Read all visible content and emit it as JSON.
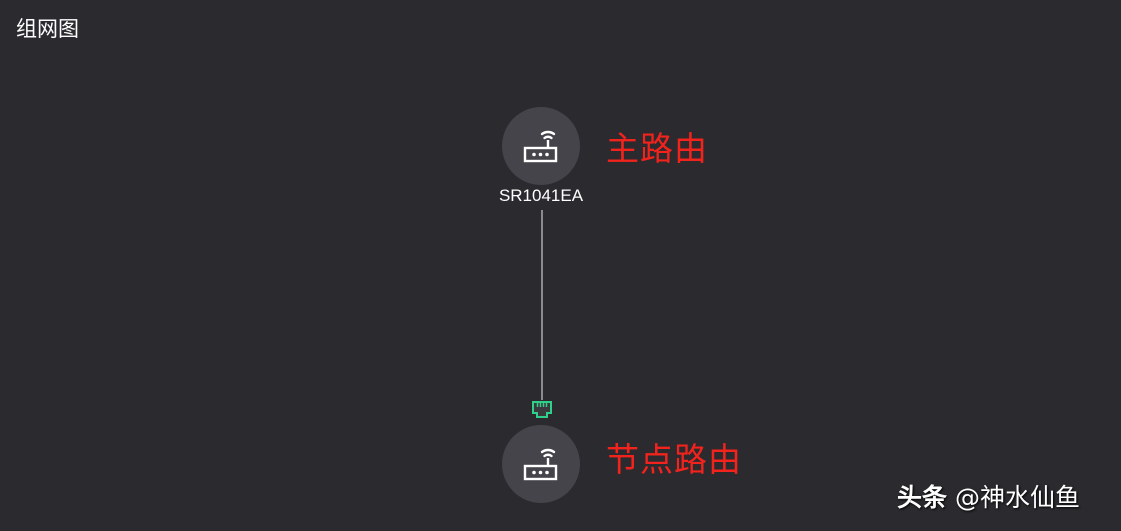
{
  "header": {
    "title": "组网图"
  },
  "topology": {
    "main_router": {
      "model": "SR1041EA",
      "annotation": "主路由",
      "icon": "router-wifi-icon"
    },
    "node_router": {
      "annotation": "节点路由",
      "icon": "router-wifi-icon"
    },
    "link": {
      "type": "wired",
      "port_icon": "ethernet-port-icon",
      "port_color": "#2fd08a"
    }
  },
  "colors": {
    "background": "#2b2a2f",
    "node_circle": "#45444a",
    "annotation": "#f2231c",
    "line": "#8c8c90"
  },
  "watermark": {
    "brand": "头条",
    "handle": "@神水仙鱼"
  }
}
